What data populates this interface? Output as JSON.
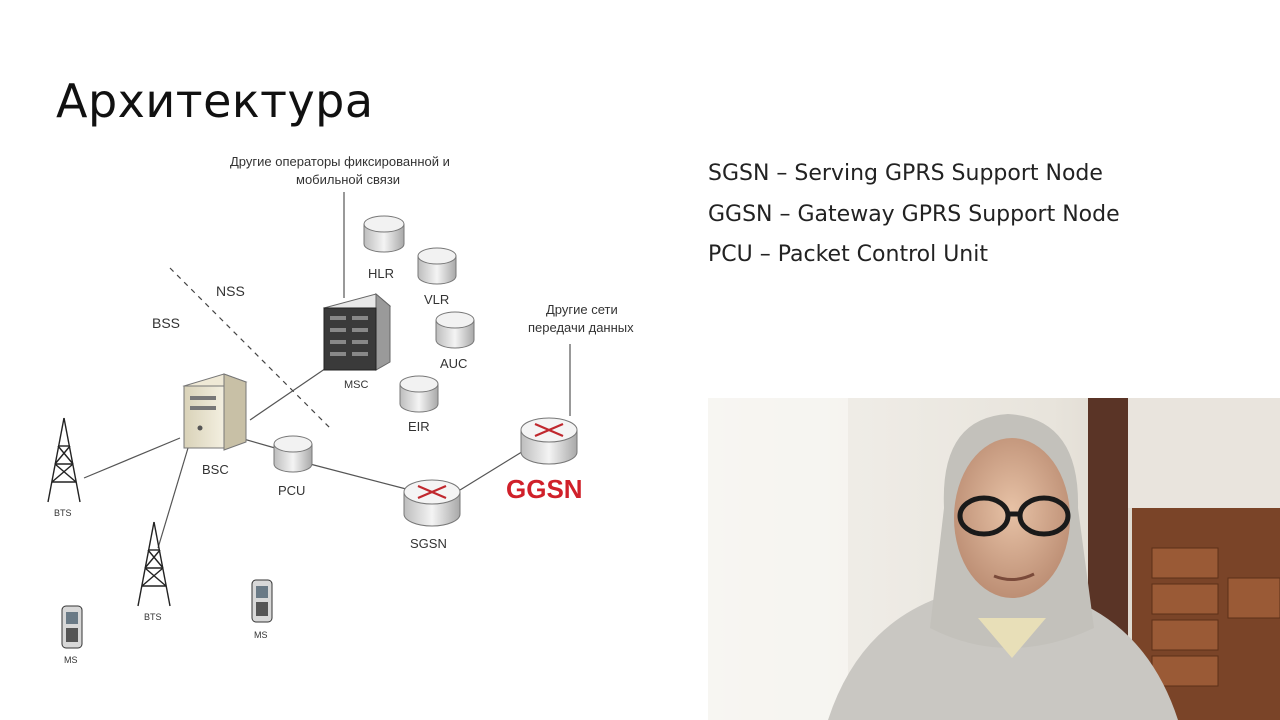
{
  "slide": {
    "title": "Архитектура",
    "definitions": [
      "SGSN – Serving GPRS Support Node",
      "GGSN – Gateway GPRS Support Node",
      "PCU – Packet Control Unit"
    ]
  },
  "diagram": {
    "top_note_line1": "Другие операторы фиксированной и",
    "top_note_line2": "мобильной связи",
    "other_networks_line1": "Другие сети",
    "other_networks_line2": "передачи данных",
    "nss_label": "NSS",
    "bss_label": "BSS",
    "nodes": {
      "hlr": "HLR",
      "vlr": "VLR",
      "auc": "AUC",
      "eir": "EIR",
      "msc": "MSC",
      "bsc": "BSC",
      "pcu": "PCU",
      "sgsn": "SGSN",
      "ggsn": "GGSN",
      "bts1": "BTS",
      "bts2": "BTS",
      "ms1": "MS",
      "ms2": "MS"
    },
    "accent_color": "#d0202a"
  }
}
